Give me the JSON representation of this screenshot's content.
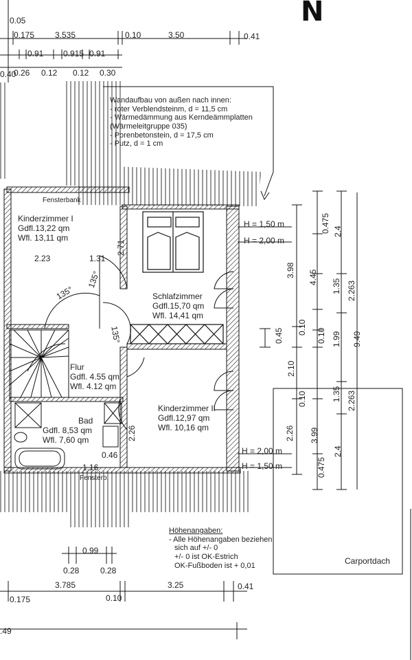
{
  "north_label": "N",
  "dims_top": {
    "d005": "0.05",
    "d0175": "0.175",
    "d3535": "3.535",
    "d010": "0.10",
    "d350": "3.50",
    "d041": "0.41",
    "d091a": "0.91",
    "d0915": "0.915",
    "d091b": "0.91",
    "d040": "0.40",
    "d026": "0.26",
    "d012a": "0.12",
    "d012b": "0.12",
    "d030": "0.30"
  },
  "wall_note": {
    "title": "Wandaufbau von außen nach innen:",
    "lines": [
      "- roter Verblendsteinm, d = 11,5 cm",
      "- Wärmedämmung aus Kerndeämmplatten",
      "(Wärmeleitgruppe 035)",
      "- Porenbetonstein, d = 17,5 cm",
      "- Putz, d = 1 cm"
    ]
  },
  "rooms": {
    "kinder1": {
      "name": "Kinderzimmer I",
      "gdfl": "Gdfl.13,22 qm",
      "wfl": "Wfl. 13,11 qm"
    },
    "schlaf": {
      "name": "Schlafzimmer",
      "gdfl": "Gdfl.15,70 qm",
      "wfl": "Wfl. 14,41 qm"
    },
    "flur": {
      "name": "Flur",
      "gdfl": "Gdfl. 4.55 qm",
      "wfl": "Wfl. 4.12 qm"
    },
    "kinder2": {
      "name": "Kinderzimmer II",
      "gdfl": "Gdfl.12,97 qm",
      "wfl": "Wfl. 10,16 qm"
    },
    "bad": {
      "name": "Bad",
      "gdfl": "Gdfl. 8,53 qm",
      "wfl": "Wfl. 7,60 qm"
    }
  },
  "labels": {
    "fensterbank": "Fensterbank",
    "fensterb": "Fensterb.",
    "angle1": "135°",
    "angle2": "135°",
    "angle3": "135°",
    "carport": "Carportdach"
  },
  "dims_inner": {
    "d223": "2.23",
    "d131": "1.31",
    "d271": "2.71",
    "d226": "2.26",
    "d046": "0.46",
    "d116": "1.16"
  },
  "heights": {
    "h150a": "H = 1,50 m",
    "h200a": "H = 2,00 m",
    "h200b": "H = 2,00 m",
    "h150b": "H = 1,50 m"
  },
  "dims_right": {
    "c0475a": "0.475",
    "c24a": "2.4",
    "c398": "3.98",
    "c445": "4.45",
    "c135a": "1.35",
    "c2263a": "2.263",
    "c010a": "0.10",
    "c010b": "0.10",
    "c045": "0.45",
    "c199": "1.99",
    "c949": "9.49",
    "c210": "2.10",
    "c010c": "0.10",
    "c135b": "1.35",
    "c2263b": "2.263",
    "c226": "2.26",
    "c399": "3.99",
    "c0475b": "0.475",
    "c24b": "2.4"
  },
  "hoehen_note": {
    "title": "Höhenangaben:",
    "lines": [
      "- Alle Höhenangaben beziehen",
      "sich auf +/- 0",
      "+/- 0 ist OK-Estrich",
      "OK-Fußboden ist + 0,01"
    ]
  },
  "dims_bottom": {
    "d099": "0.99",
    "d028a": "0.28",
    "d028b": "0.28",
    "d3785": "3.785",
    "d325": "3.25",
    "d041": "0.41",
    "d0175": "0.175",
    "d010": "0.10",
    "d949": ".49"
  }
}
